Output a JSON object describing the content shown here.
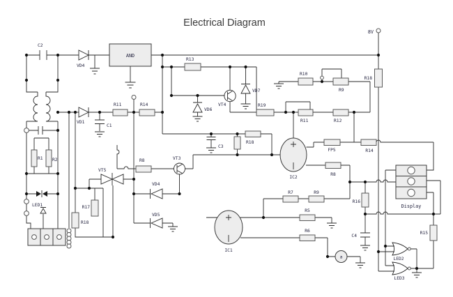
{
  "title": "Electrical Diagram",
  "power": {
    "v8": "8V"
  },
  "gate": {
    "and": "AND"
  },
  "display": {
    "label": "Display"
  },
  "meter": {
    "label": "a"
  },
  "components": {
    "c1": "C1",
    "c2": "C2",
    "c3": "C3",
    "c4": "C4",
    "r1": "R1",
    "r2": "R2",
    "r5": "R5",
    "r6": "R6",
    "r7": "R7",
    "r8_mid": "R8",
    "r8_low": "R8",
    "r9_top": "R9",
    "r9_low": "R9",
    "r10": "R10",
    "r11_left": "R11",
    "r11_mid": "R11",
    "r12": "R12",
    "r13": "R13",
    "r14_left": "R14",
    "r14_right": "R14",
    "r15": "R15",
    "r16": "R16",
    "r17": "R17",
    "r18_top": "R18",
    "r18_mid": "R18",
    "r18_low": "R18",
    "r19": "R19",
    "fp5": "FP5",
    "vd1": "VD1",
    "vd4_top": "VD4",
    "vd4_mid": "VD4",
    "vd5": "VD5",
    "vd6": "VD6",
    "vd7": "VD7",
    "vt3": "VT3",
    "vt4": "VT4",
    "vt5": "VT5",
    "ic1": "IC1",
    "ic2": "IC2",
    "led1": "LED1",
    "led2": "LED2",
    "led3": "LED3"
  }
}
